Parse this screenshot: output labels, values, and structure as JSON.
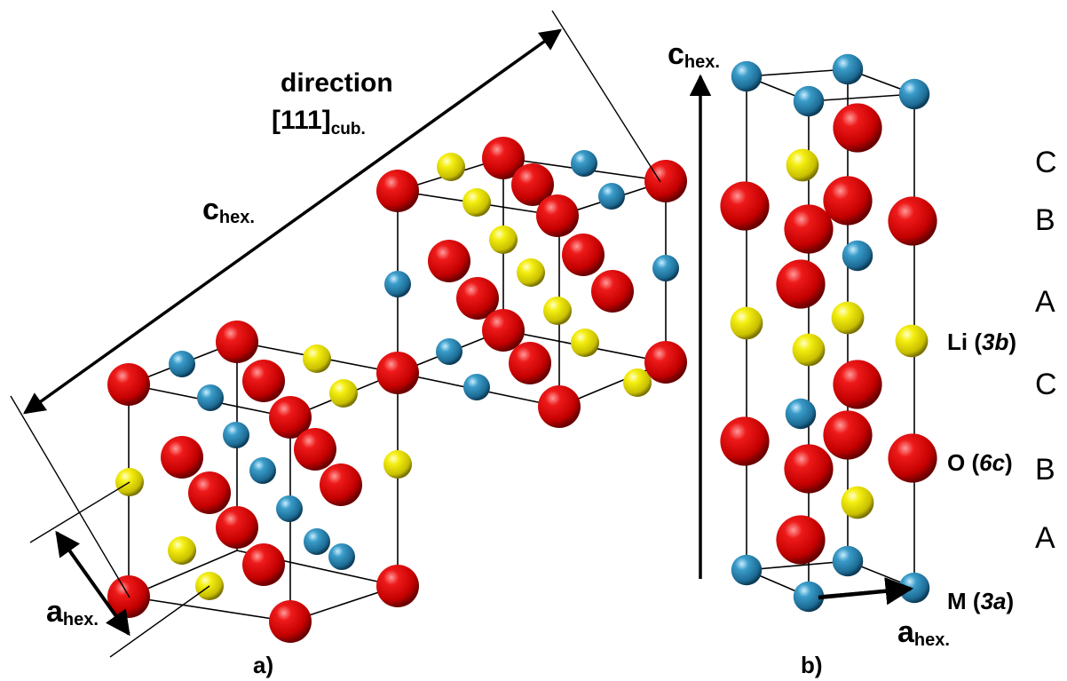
{
  "colors": {
    "oxygen": "#d80000",
    "lithium": "#e8e000",
    "metal": "#2a8ab8",
    "line": "#000000"
  },
  "panel_a": {
    "label": "a)",
    "direction_label": "direction",
    "direction_index": "[111]",
    "direction_sub": "cub.",
    "c_label": "c",
    "c_sub": "hex.",
    "a_label": "a",
    "a_sub": "hex."
  },
  "panel_b": {
    "label": "b)",
    "c_label": "c",
    "c_sub": "hex.",
    "a_label": "a",
    "a_sub": "hex.",
    "site_li": {
      "element": "Li",
      "site": "3b"
    },
    "site_o": {
      "element": "O",
      "site": "6c"
    },
    "site_m": {
      "element": "M",
      "site": "3a"
    },
    "stacking": [
      "C",
      "B",
      "A",
      "C",
      "B",
      "A"
    ]
  }
}
